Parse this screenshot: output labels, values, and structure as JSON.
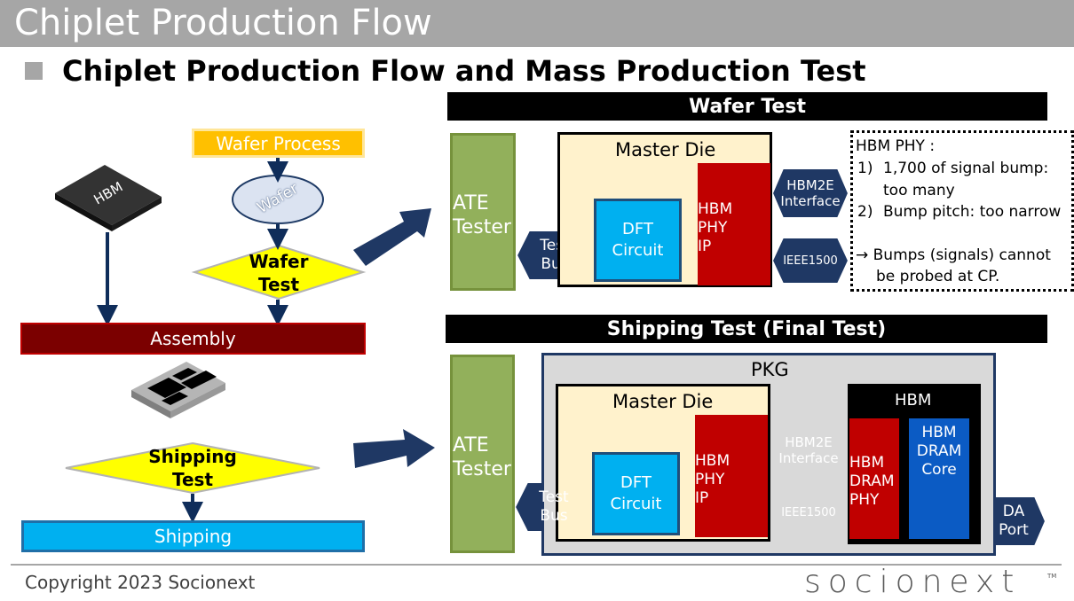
{
  "slide": {
    "title": "Chiplet Production Flow",
    "subtitle": "Chiplet Production Flow and Mass Production Test",
    "copyright": "Copyright 2023 Socionext",
    "brand": "socionext",
    "brand_tm": "TM"
  },
  "flow": {
    "hbm": "HBM",
    "wafer_process": "Wafer Process",
    "wafer": "Wafer",
    "wafer_test_1": "Wafer",
    "wafer_test_2": "Test",
    "assembly": "Assembly",
    "shipping_test_1": "Shipping",
    "shipping_test_2": "Test",
    "shipping": "Shipping"
  },
  "wafer_test": {
    "header": "Wafer Test",
    "ate_1": "ATE",
    "ate_2": "Tester",
    "test_bus_1": "Test",
    "test_bus_2": "Bus",
    "master_die": "Master Die",
    "dft_1": "DFT",
    "dft_2": "Circuit",
    "phy_1": "HBM",
    "phy_2": "PHY",
    "phy_3": "IP",
    "hbm2e_1": "HBM2E",
    "hbm2e_2": "Interface",
    "ieee": "IEEE1500"
  },
  "note": {
    "title": "HBM PHY :",
    "item1_num": "1)",
    "item1_a": "1,700 of signal bump:",
    "item1_b": "too many",
    "item2_num": "2)",
    "item2": "Bump pitch: too narrow",
    "conclusion_a": "→ Bumps (signals) cannot",
    "conclusion_b": "be probed at CP."
  },
  "shipping_test": {
    "header": "Shipping Test (Final Test)",
    "ate_1": "ATE",
    "ate_2": "Tester",
    "pkg": "PKG",
    "test_bus_1": "Test",
    "test_bus_2": "Bus",
    "master_die": "Master Die",
    "dft_1": "DFT",
    "dft_2": "Circuit",
    "phy_1": "HBM",
    "phy_2": "PHY",
    "phy_3": "IP",
    "hbm2e_1": "HBM2E",
    "hbm2e_2": "Interface",
    "ieee": "IEEE1500",
    "hbm_title": "HBM",
    "dram_phy_1": "HBM",
    "dram_phy_2": "DRAM",
    "dram_phy_3": "PHY",
    "dram_core_1": "HBM",
    "dram_core_2": "DRAM",
    "dram_core_3": "Core",
    "da_port_1": "DA",
    "da_port_2": "Port"
  },
  "colors": {
    "title_bar": "#a6a6a6",
    "flow_arrow": "#0f2d5a",
    "wafer_process": "#ffc000",
    "assembly": "#7b0000",
    "shipping": "#00b0f0",
    "decision": "#ffff00",
    "ate": "#92b05b",
    "die": "#fff2cc",
    "phy": "#c00000",
    "dft": "#00b0f0",
    "dram_core": "#0b5bc4"
  }
}
